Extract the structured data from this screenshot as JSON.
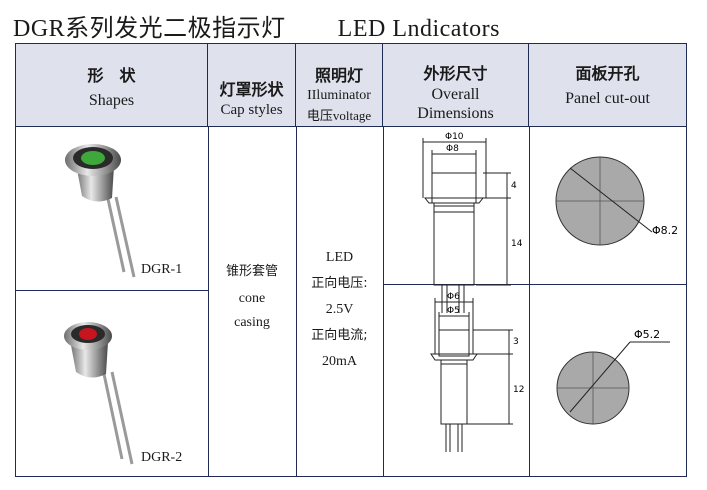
{
  "title": {
    "zh": "DGR系列发光二极指示灯",
    "en": "LED  Lndicators"
  },
  "headers": {
    "shapes": {
      "zh": "形　状",
      "en": "Shapes"
    },
    "cap": {
      "zh": "灯罩形状",
      "en": "Cap styles"
    },
    "illum": {
      "zh": "照明灯",
      "en": "IIluminator",
      "en2": "电压voltage"
    },
    "overall": {
      "zh": "外形尺寸",
      "en": "Overall",
      "en2": "Dimensions"
    },
    "panel": {
      "zh": "面板开孔",
      "en": "Panel cut-out"
    }
  },
  "rows": [
    {
      "model": "DGR-1",
      "led_color": "#3fa83a",
      "dims": {
        "d_outer": "Φ10",
        "d_inner": "Φ8",
        "h_top": "4",
        "h_body": "14"
      },
      "cutout": "Φ8.2"
    },
    {
      "model": "DGR-2",
      "led_color": "#c8141e",
      "dims": {
        "d_outer": "Φ6",
        "d_inner": "Φ5",
        "h_top": "3",
        "h_body": "12"
      },
      "cutout": "Φ5.2"
    }
  ],
  "cap_style": {
    "zh": "锥形套管",
    "en1": "cone",
    "en2": "casing"
  },
  "illuminator": {
    "line1": "LED",
    "line2": "正向电压:",
    "line3": "2.5V",
    "line4": "正向电流;",
    "line5": "20mA"
  }
}
